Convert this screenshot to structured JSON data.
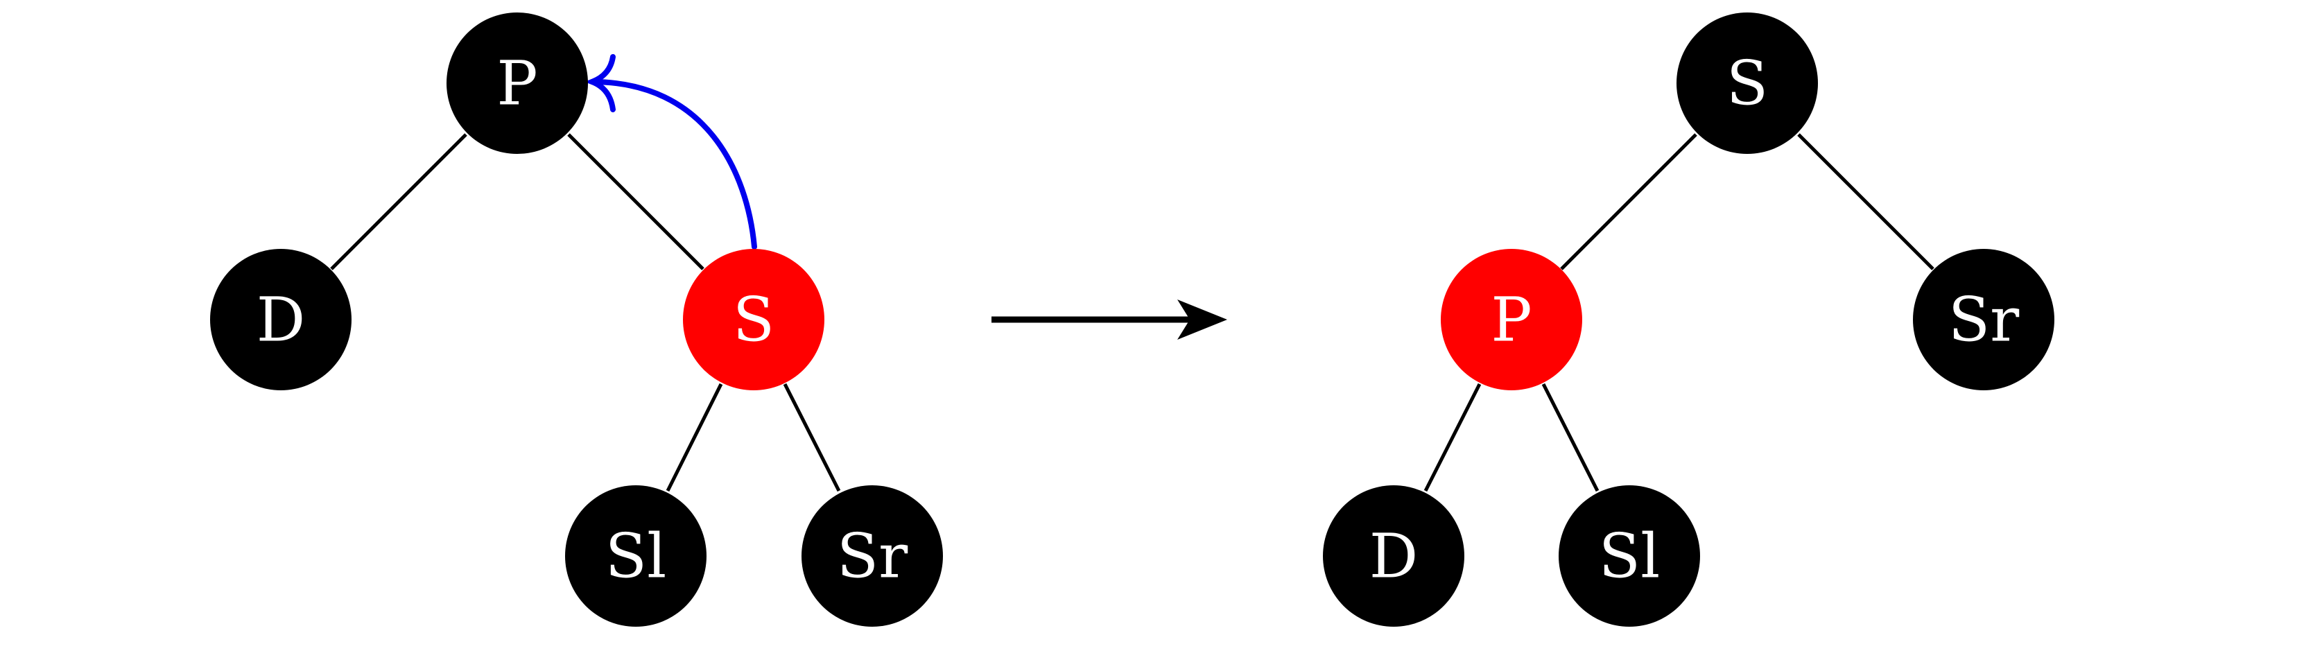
{
  "colors": {
    "black_node": "#000000",
    "red_node": "#ff0000",
    "rotation_arrow": "#0000ee",
    "edge": "#000000"
  },
  "left_tree": {
    "nodes": {
      "P": {
        "label": "P",
        "color": "black"
      },
      "D": {
        "label": "D",
        "color": "black"
      },
      "S": {
        "label": "S",
        "color": "red"
      },
      "Sl": {
        "label": "Sl",
        "color": "black"
      },
      "Sr": {
        "label": "Sr",
        "color": "black"
      }
    },
    "edges": [
      [
        "P",
        "D"
      ],
      [
        "P",
        "S"
      ],
      [
        "S",
        "Sl"
      ],
      [
        "S",
        "Sr"
      ]
    ],
    "rotation_arrow": {
      "from": "S",
      "to": "P"
    }
  },
  "transition_arrow": {
    "direction": "right"
  },
  "right_tree": {
    "nodes": {
      "S": {
        "label": "S",
        "color": "black"
      },
      "P": {
        "label": "P",
        "color": "red"
      },
      "Sr": {
        "label": "Sr",
        "color": "black"
      },
      "D": {
        "label": "D",
        "color": "black"
      },
      "Sl": {
        "label": "Sl",
        "color": "black"
      }
    },
    "edges": [
      [
        "S",
        "P"
      ],
      [
        "S",
        "Sr"
      ],
      [
        "P",
        "D"
      ],
      [
        "P",
        "Sl"
      ]
    ]
  }
}
